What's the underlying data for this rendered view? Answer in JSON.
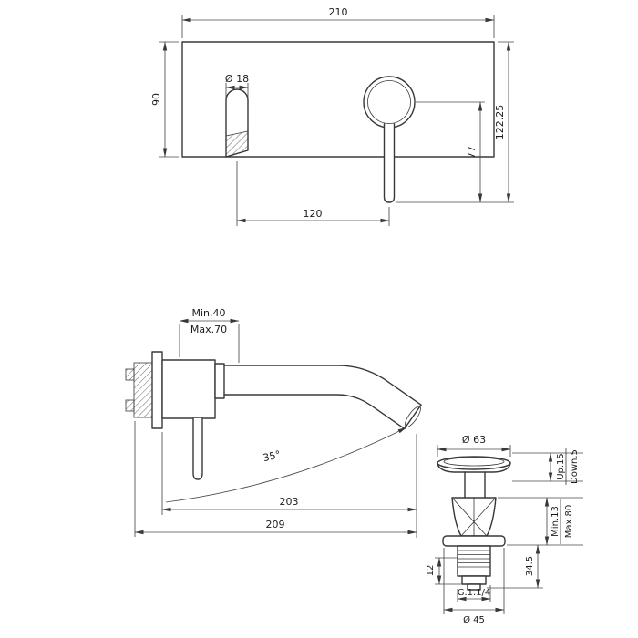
{
  "drawing": {
    "front_view": {
      "plate_width": "210",
      "plate_height": "90",
      "overall_height": "122.25",
      "handle_drop": "77",
      "spout_diameter": "Ø 18",
      "spout_to_handle": "120"
    },
    "side_view": {
      "depth_min": "Min.40",
      "depth_max": "Max.70",
      "spout_angle": "35°",
      "spout_reach": "203",
      "overall_reach": "209"
    },
    "waste": {
      "cap_diameter": "Ø 63",
      "travel_up": "Up.15",
      "travel_down": "Down.5",
      "depth_min": "Min.13",
      "depth_max": "Max.80",
      "tailpiece_height": "34.5",
      "nut_height": "12",
      "thread_size": "G.1.1/4",
      "flange_diameter": "Ø 45"
    }
  }
}
